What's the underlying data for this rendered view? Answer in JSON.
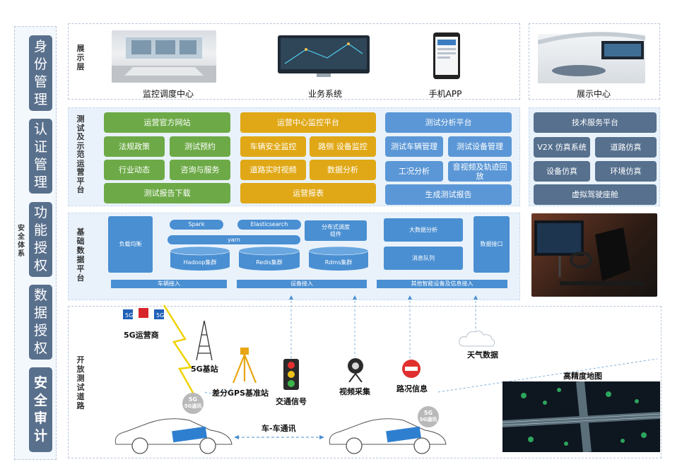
{
  "sidebar": {
    "title": "安全体系",
    "items": [
      {
        "label": "身份管理"
      },
      {
        "label": "认证管理"
      },
      {
        "label": "功能授权"
      },
      {
        "label": "数据授权"
      },
      {
        "label": "安全审计"
      }
    ]
  },
  "layers": {
    "display": "展示层",
    "ops": "测试及示范运营平台",
    "data": "基础数据平台",
    "road": "开放测试道路"
  },
  "display": {
    "items": [
      "监控调度中心",
      "业务系统",
      "手机APP"
    ],
    "showcase": "展示中心"
  },
  "ops": {
    "green": {
      "header": "运营官方网站",
      "items": [
        "法规政策",
        "测试预约",
        "行业动态",
        "咨询与服务"
      ],
      "footer": "测试报告下载"
    },
    "orange": {
      "header": "运营中心监控平台",
      "items": [
        "车辆安全监控",
        "路侧 设备监控",
        "道路实时视频",
        "数据分析"
      ],
      "footer": "运营报表"
    },
    "blue": {
      "header": "测试分析平台",
      "items": [
        "测试车辆管理",
        "测试设备管理",
        "工况分析",
        "音视频及轨迹回放"
      ],
      "footer": "生成测试报告"
    },
    "tech": {
      "header": "技术服务平台",
      "items": [
        "V2X 仿真系统",
        "道路仿真",
        "设备仿真",
        "环境仿真"
      ],
      "footer": "虚拟驾驶座舱"
    }
  },
  "data_platform": {
    "load_balance": "负载均衡",
    "spark": "Spark",
    "elasticsearch": "Elasticsearch",
    "distributed": "分布式调度组件",
    "yarn": "yarn",
    "hadoop": "Hadoop集群",
    "redis": "Redis集群",
    "rdms": "Rdms集群",
    "bigdata": "大数据分析",
    "mq": "消息队列",
    "api": "数据接口",
    "vehicle_in": "车辆接入",
    "device_in": "设备接入",
    "other_in": "其他智能设备及信息接入"
  },
  "road": {
    "operator": "5G运营商",
    "base_station": "5G基站",
    "gps": "差分GPS基准站",
    "traffic_signal": "交通信号",
    "video": "视频采集",
    "road_info": "路况信息",
    "weather": "天气数据",
    "hd_map": "高精度地图",
    "v2v": "车-车通讯",
    "badge": "5G通讯",
    "g5": "5G"
  },
  "colors": {
    "green": "#6daa47",
    "orange": "#e0a816",
    "blue": "#5b97d6",
    "slate": "#56708e",
    "accent": "#4a8fd2"
  }
}
